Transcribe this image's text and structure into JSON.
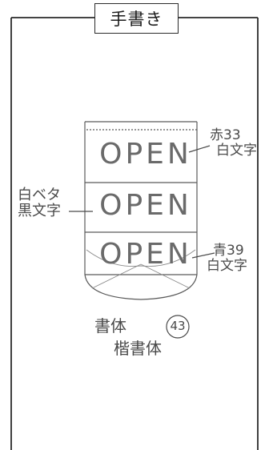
{
  "tag": {
    "label": "手書き"
  },
  "banner": {
    "rows": [
      {
        "text": "OPEN"
      },
      {
        "text": "OPEN"
      },
      {
        "text": "OPEN"
      }
    ]
  },
  "annotations": {
    "right_top": {
      "line1": "赤33",
      "line2": "白文字"
    },
    "left_middle": {
      "line1": "白ベタ",
      "line2": "黒文字"
    },
    "right_bottom": {
      "line1": "青39",
      "line2": "白文字"
    }
  },
  "font_note": {
    "line1_prefix": "書体",
    "line1_number": "43",
    "line2": "楷書体"
  },
  "colors": {
    "frame": "#2a2a2a",
    "pencil": "#555555"
  }
}
